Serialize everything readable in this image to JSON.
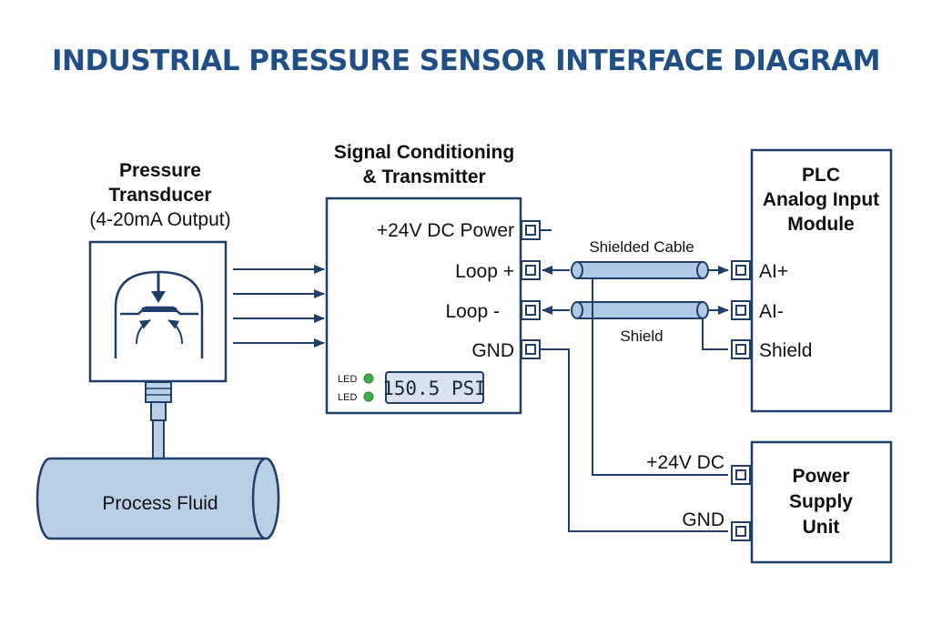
{
  "title": "INDUSTRIAL PRESSURE SENSOR INTERFACE DIAGRAM",
  "transducer": {
    "line1": "Pressure",
    "line2": "Transducer",
    "line3": "(4-20mA Output)"
  },
  "pipe": {
    "label": "Process Fluid"
  },
  "transmitter": {
    "line1": "Signal Conditioning",
    "line2": "& Transmitter",
    "terminals": [
      "+24V DC Power",
      "Loop +",
      "Loop -",
      "GND"
    ],
    "led_labels": [
      "LED",
      "LED"
    ],
    "display": "150.5 PSI"
  },
  "cable": {
    "label": "Shielded Cable",
    "shield_label": "Shield"
  },
  "plc": {
    "line1": "PLC",
    "line2": "Analog Input",
    "line3": "Module",
    "terminals": [
      "AI+",
      "AI-",
      "Shield"
    ]
  },
  "psu": {
    "line1": "Power",
    "line2": "Supply",
    "line3": "Unit",
    "terminals": [
      "+24V DC",
      "GND"
    ]
  },
  "colors": {
    "title": "#1f4f86",
    "stroke": "#1f3f6a",
    "cable_fill": "#aec8e6",
    "pipe_fill": "#b9cfe6",
    "led": "#3fae4a"
  }
}
